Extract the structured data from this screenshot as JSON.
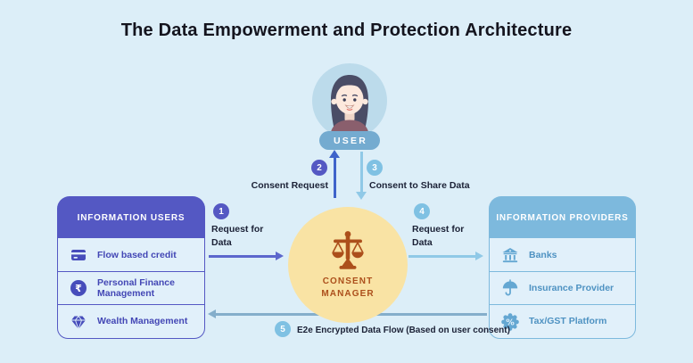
{
  "title": "The Data Empowerment and Protection Architecture",
  "user": {
    "badge": "USER",
    "icon": "woman-avatar-illustration"
  },
  "consent_manager": {
    "line1": "CONSENT",
    "line2": "MANAGER",
    "icon": "scales-icon"
  },
  "information_users": {
    "header": "INFORMATION USERS",
    "items": [
      {
        "icon": "credit-card-icon",
        "label": "Flow based credit"
      },
      {
        "icon": "rupee-icon",
        "label": "Personal Finance Management"
      },
      {
        "icon": "gem-icon",
        "label": "Wealth Management"
      }
    ]
  },
  "information_providers": {
    "header": "INFORMATION PROVIDERS",
    "items": [
      {
        "icon": "bank-icon",
        "label": "Banks"
      },
      {
        "icon": "umbrella-icon",
        "label": "Insurance Provider"
      },
      {
        "icon": "percent-badge-icon",
        "label": "Tax/GST Platform"
      }
    ]
  },
  "flows": [
    {
      "num": "1",
      "label": "Request for Data",
      "direction": "information-users-to-consent-manager"
    },
    {
      "num": "2",
      "label": "Consent Request",
      "direction": "consent-manager-to-user"
    },
    {
      "num": "3",
      "label": "Consent to Share Data",
      "direction": "user-to-consent-manager"
    },
    {
      "num": "4",
      "label": "Request for Data",
      "direction": "consent-manager-to-information-providers"
    },
    {
      "num": "5",
      "label": "E2e Encrypted Data Flow (Based on user consent)",
      "direction": "information-providers-to-information-users"
    }
  ],
  "colors": {
    "background": "#dceef8",
    "indigo_header": "#5458c3",
    "indigo_text": "#4347b5",
    "blue_header": "#7db9dd",
    "blue_text": "#4e92c2",
    "badge_light_blue": "#7fc1e3",
    "arrow_royal_blue": "#3f63ca",
    "arrow_light_blue": "#90c9e7",
    "arrow_slate_blue": "#84aecb",
    "consent_circle_fill": "#f9e3a4",
    "consent_text": "#ac4f1b",
    "user_pill": "#74abd0",
    "dark_label": "#1b2136",
    "row_background": "#e1f0fa"
  }
}
